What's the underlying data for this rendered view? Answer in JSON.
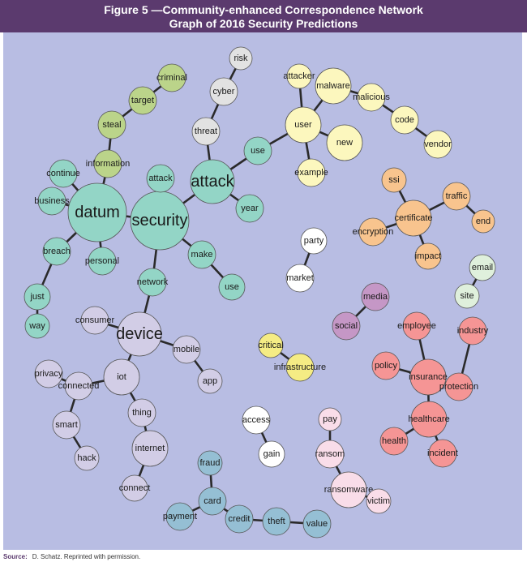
{
  "title": {
    "line1": "Figure 5 —Community-enhanced Correspondence Network",
    "line2": "Graph of 2016 Security Predictions"
  },
  "source": {
    "label": "Source:",
    "text": "D. Schatz. Reprinted with permission."
  },
  "colors": {
    "title_bg": "#5b3a6e",
    "panel_bg": "#b8bde3",
    "edge": "#2a2a2a",
    "teal": "#93d5c6",
    "lavender": "#d2cde6",
    "green": "#bbd48a",
    "light_gray": "#e2e2e2",
    "yellow": "#fcf7be",
    "orange": "#f8c48e",
    "pink": "#f59595",
    "purple": "#c597c6",
    "light_pink": "#f9dde9",
    "blue": "#95bfd4",
    "white": "#ffffff",
    "light_green": "#dff0dc",
    "bright_yellow": "#f5ec84"
  },
  "nodes": [
    {
      "id": "datum",
      "label": "datum",
      "group": "teal",
      "size": "xl"
    },
    {
      "id": "security",
      "label": "security",
      "group": "teal",
      "size": "xl"
    },
    {
      "id": "attack_big",
      "label": "attack",
      "group": "teal",
      "size": "lg"
    },
    {
      "id": "attack_small",
      "label": "attack",
      "group": "teal",
      "size": "sm"
    },
    {
      "id": "continue",
      "label": "continue",
      "group": "teal",
      "size": "sm"
    },
    {
      "id": "business",
      "label": "business",
      "group": "teal",
      "size": "sm"
    },
    {
      "id": "breach",
      "label": "breach",
      "group": "teal",
      "size": "sm"
    },
    {
      "id": "personal",
      "label": "personal",
      "group": "teal",
      "size": "sm"
    },
    {
      "id": "just",
      "label": "just",
      "group": "teal",
      "size": "sm"
    },
    {
      "id": "way",
      "label": "way",
      "group": "teal",
      "size": "sm"
    },
    {
      "id": "network",
      "label": "network",
      "group": "teal",
      "size": "sm"
    },
    {
      "id": "make",
      "label": "make",
      "group": "teal",
      "size": "sm"
    },
    {
      "id": "use_make",
      "label": "use",
      "group": "teal",
      "size": "sm"
    },
    {
      "id": "use_top",
      "label": "use",
      "group": "teal",
      "size": "sm"
    },
    {
      "id": "year",
      "label": "year",
      "group": "teal",
      "size": "sm"
    },
    {
      "id": "information",
      "label": "information",
      "group": "green",
      "size": "sm"
    },
    {
      "id": "steal",
      "label": "steal",
      "group": "green",
      "size": "sm"
    },
    {
      "id": "target",
      "label": "target",
      "group": "green",
      "size": "sm"
    },
    {
      "id": "criminal",
      "label": "criminal",
      "group": "green",
      "size": "sm"
    },
    {
      "id": "threat",
      "label": "threat",
      "group": "light_gray",
      "size": "sm"
    },
    {
      "id": "cyber",
      "label": "cyber",
      "group": "light_gray",
      "size": "sm"
    },
    {
      "id": "risk",
      "label": "risk",
      "group": "light_gray",
      "size": "sm"
    },
    {
      "id": "user",
      "label": "user",
      "group": "yellow",
      "size": "md"
    },
    {
      "id": "attacker",
      "label": "attacker",
      "group": "yellow",
      "size": "sm"
    },
    {
      "id": "malware",
      "label": "malware",
      "group": "yellow",
      "size": "md"
    },
    {
      "id": "malicious",
      "label": "malicious",
      "group": "yellow",
      "size": "sm"
    },
    {
      "id": "code",
      "label": "code",
      "group": "yellow",
      "size": "sm"
    },
    {
      "id": "vendor",
      "label": "vendor",
      "group": "yellow",
      "size": "sm"
    },
    {
      "id": "new",
      "label": "new",
      "group": "yellow",
      "size": "md"
    },
    {
      "id": "example",
      "label": "example",
      "group": "yellow",
      "size": "sm"
    },
    {
      "id": "ssi",
      "label": "ssi",
      "group": "orange",
      "size": "sm"
    },
    {
      "id": "certificate",
      "label": "certificate",
      "group": "orange",
      "size": "md"
    },
    {
      "id": "traffic",
      "label": "traffic",
      "group": "orange",
      "size": "sm"
    },
    {
      "id": "end",
      "label": "end",
      "group": "orange",
      "size": "sm"
    },
    {
      "id": "encryption",
      "label": "encryption",
      "group": "orange",
      "size": "sm"
    },
    {
      "id": "impact",
      "label": "impact",
      "group": "orange",
      "size": "sm"
    },
    {
      "id": "party",
      "label": "party",
      "group": "white",
      "size": "sm"
    },
    {
      "id": "market",
      "label": "market",
      "group": "white",
      "size": "sm"
    },
    {
      "id": "email",
      "label": "email",
      "group": "light_green",
      "size": "sm"
    },
    {
      "id": "site",
      "label": "site",
      "group": "light_green",
      "size": "sm"
    },
    {
      "id": "media",
      "label": "media",
      "group": "purple",
      "size": "sm"
    },
    {
      "id": "social",
      "label": "social",
      "group": "purple",
      "size": "sm"
    },
    {
      "id": "device",
      "label": "device",
      "group": "lavender",
      "size": "lg"
    },
    {
      "id": "consumer",
      "label": "consumer",
      "group": "lavender",
      "size": "sm"
    },
    {
      "id": "mobile",
      "label": "mobile",
      "group": "lavender",
      "size": "sm"
    },
    {
      "id": "app",
      "label": "app",
      "group": "lavender",
      "size": "sm"
    },
    {
      "id": "iot",
      "label": "iot",
      "group": "lavender",
      "size": "md"
    },
    {
      "id": "privacy",
      "label": "privacy",
      "group": "lavender",
      "size": "sm"
    },
    {
      "id": "connected",
      "label": "connected",
      "group": "lavender",
      "size": "sm"
    },
    {
      "id": "thing",
      "label": "thing",
      "group": "lavender",
      "size": "sm"
    },
    {
      "id": "smart",
      "label": "smart",
      "group": "lavender",
      "size": "sm"
    },
    {
      "id": "hack",
      "label": "hack",
      "group": "lavender",
      "size": "sm"
    },
    {
      "id": "internet",
      "label": "internet",
      "group": "lavender",
      "size": "md"
    },
    {
      "id": "connect",
      "label": "connect",
      "group": "lavender",
      "size": "sm"
    },
    {
      "id": "critical",
      "label": "critical",
      "group": "bright_yellow",
      "size": "sm"
    },
    {
      "id": "infrastructure",
      "label": "infrastructure",
      "group": "bright_yellow",
      "size": "sm"
    },
    {
      "id": "employee",
      "label": "employee",
      "group": "pink",
      "size": "sm"
    },
    {
      "id": "industry",
      "label": "industry",
      "group": "pink",
      "size": "sm"
    },
    {
      "id": "policy",
      "label": "policy",
      "group": "pink",
      "size": "sm"
    },
    {
      "id": "insurance",
      "label": "insurance",
      "group": "pink",
      "size": "md"
    },
    {
      "id": "protection",
      "label": "protection",
      "group": "pink",
      "size": "sm"
    },
    {
      "id": "healthcare",
      "label": "healthcare",
      "group": "pink",
      "size": "md"
    },
    {
      "id": "health",
      "label": "health",
      "group": "pink",
      "size": "sm"
    },
    {
      "id": "incident",
      "label": "incident",
      "group": "pink",
      "size": "sm"
    },
    {
      "id": "access",
      "label": "access",
      "group": "white",
      "size": "sm"
    },
    {
      "id": "gain",
      "label": "gain",
      "group": "white",
      "size": "sm"
    },
    {
      "id": "pay",
      "label": "pay",
      "group": "light_pink",
      "size": "sm"
    },
    {
      "id": "ransom",
      "label": "ransom",
      "group": "light_pink",
      "size": "sm"
    },
    {
      "id": "ransomware",
      "label": "ransomware",
      "group": "light_pink",
      "size": "md"
    },
    {
      "id": "victim",
      "label": "victim",
      "group": "light_pink",
      "size": "sm"
    },
    {
      "id": "fraud",
      "label": "fraud",
      "group": "blue",
      "size": "sm"
    },
    {
      "id": "card",
      "label": "card",
      "group": "blue",
      "size": "sm"
    },
    {
      "id": "payment",
      "label": "payment",
      "group": "blue",
      "size": "sm"
    },
    {
      "id": "credit",
      "label": "credit",
      "group": "blue",
      "size": "sm"
    },
    {
      "id": "theft",
      "label": "theft",
      "group": "blue",
      "size": "sm"
    },
    {
      "id": "value",
      "label": "value",
      "group": "blue",
      "size": "sm"
    }
  ],
  "edges": [
    [
      "datum",
      "security"
    ],
    [
      "datum",
      "continue"
    ],
    [
      "datum",
      "business"
    ],
    [
      "datum",
      "breach"
    ],
    [
      "datum",
      "personal"
    ],
    [
      "datum",
      "information"
    ],
    [
      "breach",
      "just"
    ],
    [
      "just",
      "way"
    ],
    [
      "security",
      "attack_small"
    ],
    [
      "security",
      "attack_big"
    ],
    [
      "security",
      "network"
    ],
    [
      "security",
      "make"
    ],
    [
      "make",
      "use_make"
    ],
    [
      "network",
      "device"
    ],
    [
      "attack_big",
      "threat"
    ],
    [
      "attack_big",
      "use_top"
    ],
    [
      "attack_big",
      "year"
    ],
    [
      "threat",
      "cyber"
    ],
    [
      "cyber",
      "risk"
    ],
    [
      "information",
      "steal"
    ],
    [
      "steal",
      "target"
    ],
    [
      "target",
      "criminal"
    ],
    [
      "use_top",
      "user"
    ],
    [
      "user",
      "attacker"
    ],
    [
      "user",
      "malware"
    ],
    [
      "user",
      "new"
    ],
    [
      "user",
      "example"
    ],
    [
      "malware",
      "malicious"
    ],
    [
      "malicious",
      "code"
    ],
    [
      "code",
      "vendor"
    ],
    [
      "certificate",
      "ssi"
    ],
    [
      "certificate",
      "traffic"
    ],
    [
      "certificate",
      "encryption"
    ],
    [
      "certificate",
      "impact"
    ],
    [
      "traffic",
      "end"
    ],
    [
      "party",
      "market"
    ],
    [
      "email",
      "site"
    ],
    [
      "media",
      "social"
    ],
    [
      "device",
      "consumer"
    ],
    [
      "device",
      "mobile"
    ],
    [
      "device",
      "iot"
    ],
    [
      "mobile",
      "app"
    ],
    [
      "iot",
      "connected"
    ],
    [
      "iot",
      "thing"
    ],
    [
      "connected",
      "privacy"
    ],
    [
      "connected",
      "smart"
    ],
    [
      "smart",
      "hack"
    ],
    [
      "thing",
      "internet"
    ],
    [
      "internet",
      "connect"
    ],
    [
      "critical",
      "infrastructure"
    ],
    [
      "employee",
      "insurance"
    ],
    [
      "policy",
      "insurance"
    ],
    [
      "insurance",
      "protection"
    ],
    [
      "industry",
      "protection"
    ],
    [
      "insurance",
      "healthcare"
    ],
    [
      "healthcare",
      "health"
    ],
    [
      "healthcare",
      "incident"
    ],
    [
      "access",
      "gain"
    ],
    [
      "pay",
      "ransom"
    ],
    [
      "ransom",
      "ransomware"
    ],
    [
      "ransomware",
      "victim"
    ],
    [
      "fraud",
      "card"
    ],
    [
      "card",
      "payment"
    ],
    [
      "card",
      "credit"
    ],
    [
      "credit",
      "theft"
    ],
    [
      "theft",
      "value"
    ]
  ]
}
